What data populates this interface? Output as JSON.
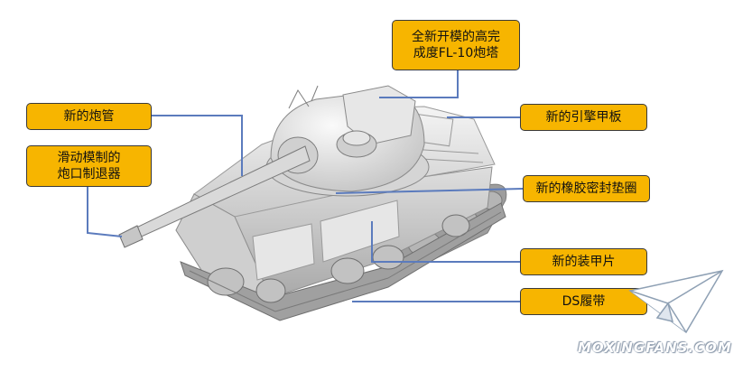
{
  "callouts": {
    "turret": "全新开模的高完\n成度FL-10炮塔",
    "barrel": "新的炮管",
    "muzzle": "滑动模制的\n炮口制退器",
    "engine_deck": "新的引擎甲板",
    "rubber_seal": "新的橡胶密封垫圈",
    "armor_plate": "新的装甲片",
    "tracks": "DS履带"
  },
  "watermark": "MOXINGFANS.COM",
  "colors": {
    "callout_fill": "#f7b500",
    "callout_border": "#3a3a3a",
    "leader_line": "#5b7bbd"
  }
}
